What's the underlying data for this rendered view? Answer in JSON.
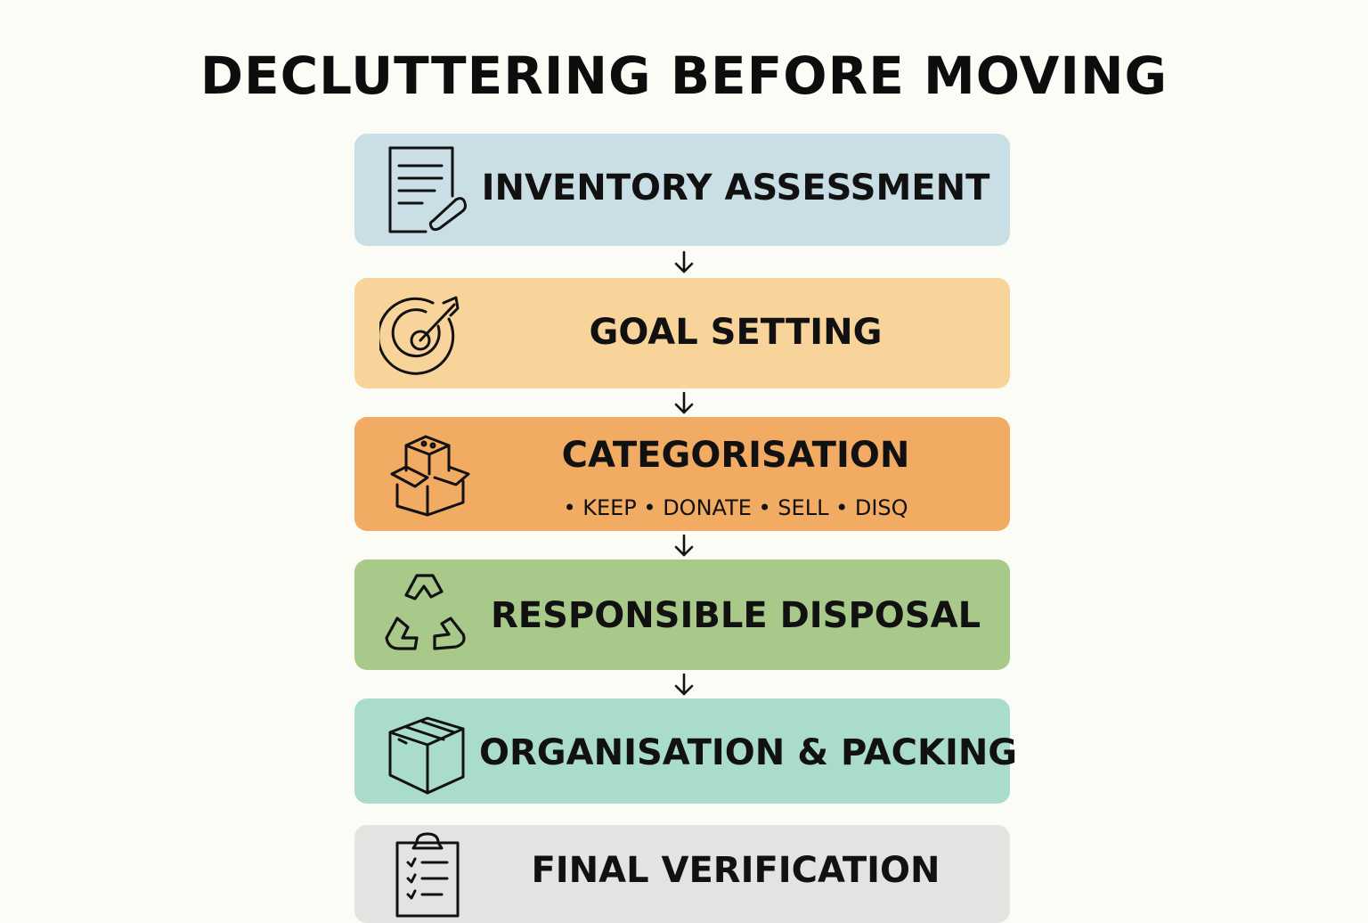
{
  "title": "DECLUTTERING BEFORE MOVING",
  "steps": [
    {
      "label": "INVENTORY ASSESSMENT",
      "color": "#c9dfe5",
      "icon": "checklist-document-icon"
    },
    {
      "label": "GOAL SETTING",
      "color": "#f8d49a",
      "icon": "target-icon"
    },
    {
      "label": "CATEGORISATION",
      "sublabel": "• KEEP  •  DONATE  •  SELL  • DISQ",
      "color": "#f1ab62",
      "icon": "open-box-icon"
    },
    {
      "label": "RESPONSIBLE DISPOSAL",
      "color": "#a8c98a",
      "icon": "recycle-icon"
    },
    {
      "label": "ORGANISATION & PACKING",
      "color": "#a9dccb",
      "icon": "closed-box-icon"
    },
    {
      "label": "FINAL VERIFICATION",
      "color": "#e4e3e1",
      "icon": "clipboard-checklist-icon"
    }
  ],
  "arrow_icon": "arrow-down-icon"
}
